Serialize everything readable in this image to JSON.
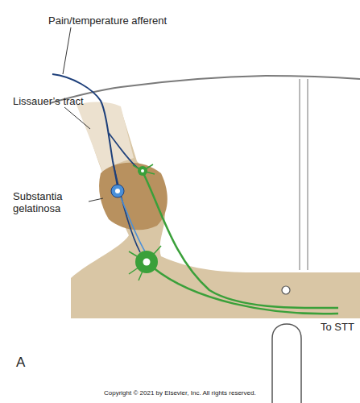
{
  "diagram": {
    "labels": [
      "Pain/temperature afferent",
      "Lissauer’s tract",
      "Substantia gelatinosa",
      "To STT",
      "A",
      "Copyright © 2021 by Elsevier, Inc. All rights reserved."
    ]
  }
}
